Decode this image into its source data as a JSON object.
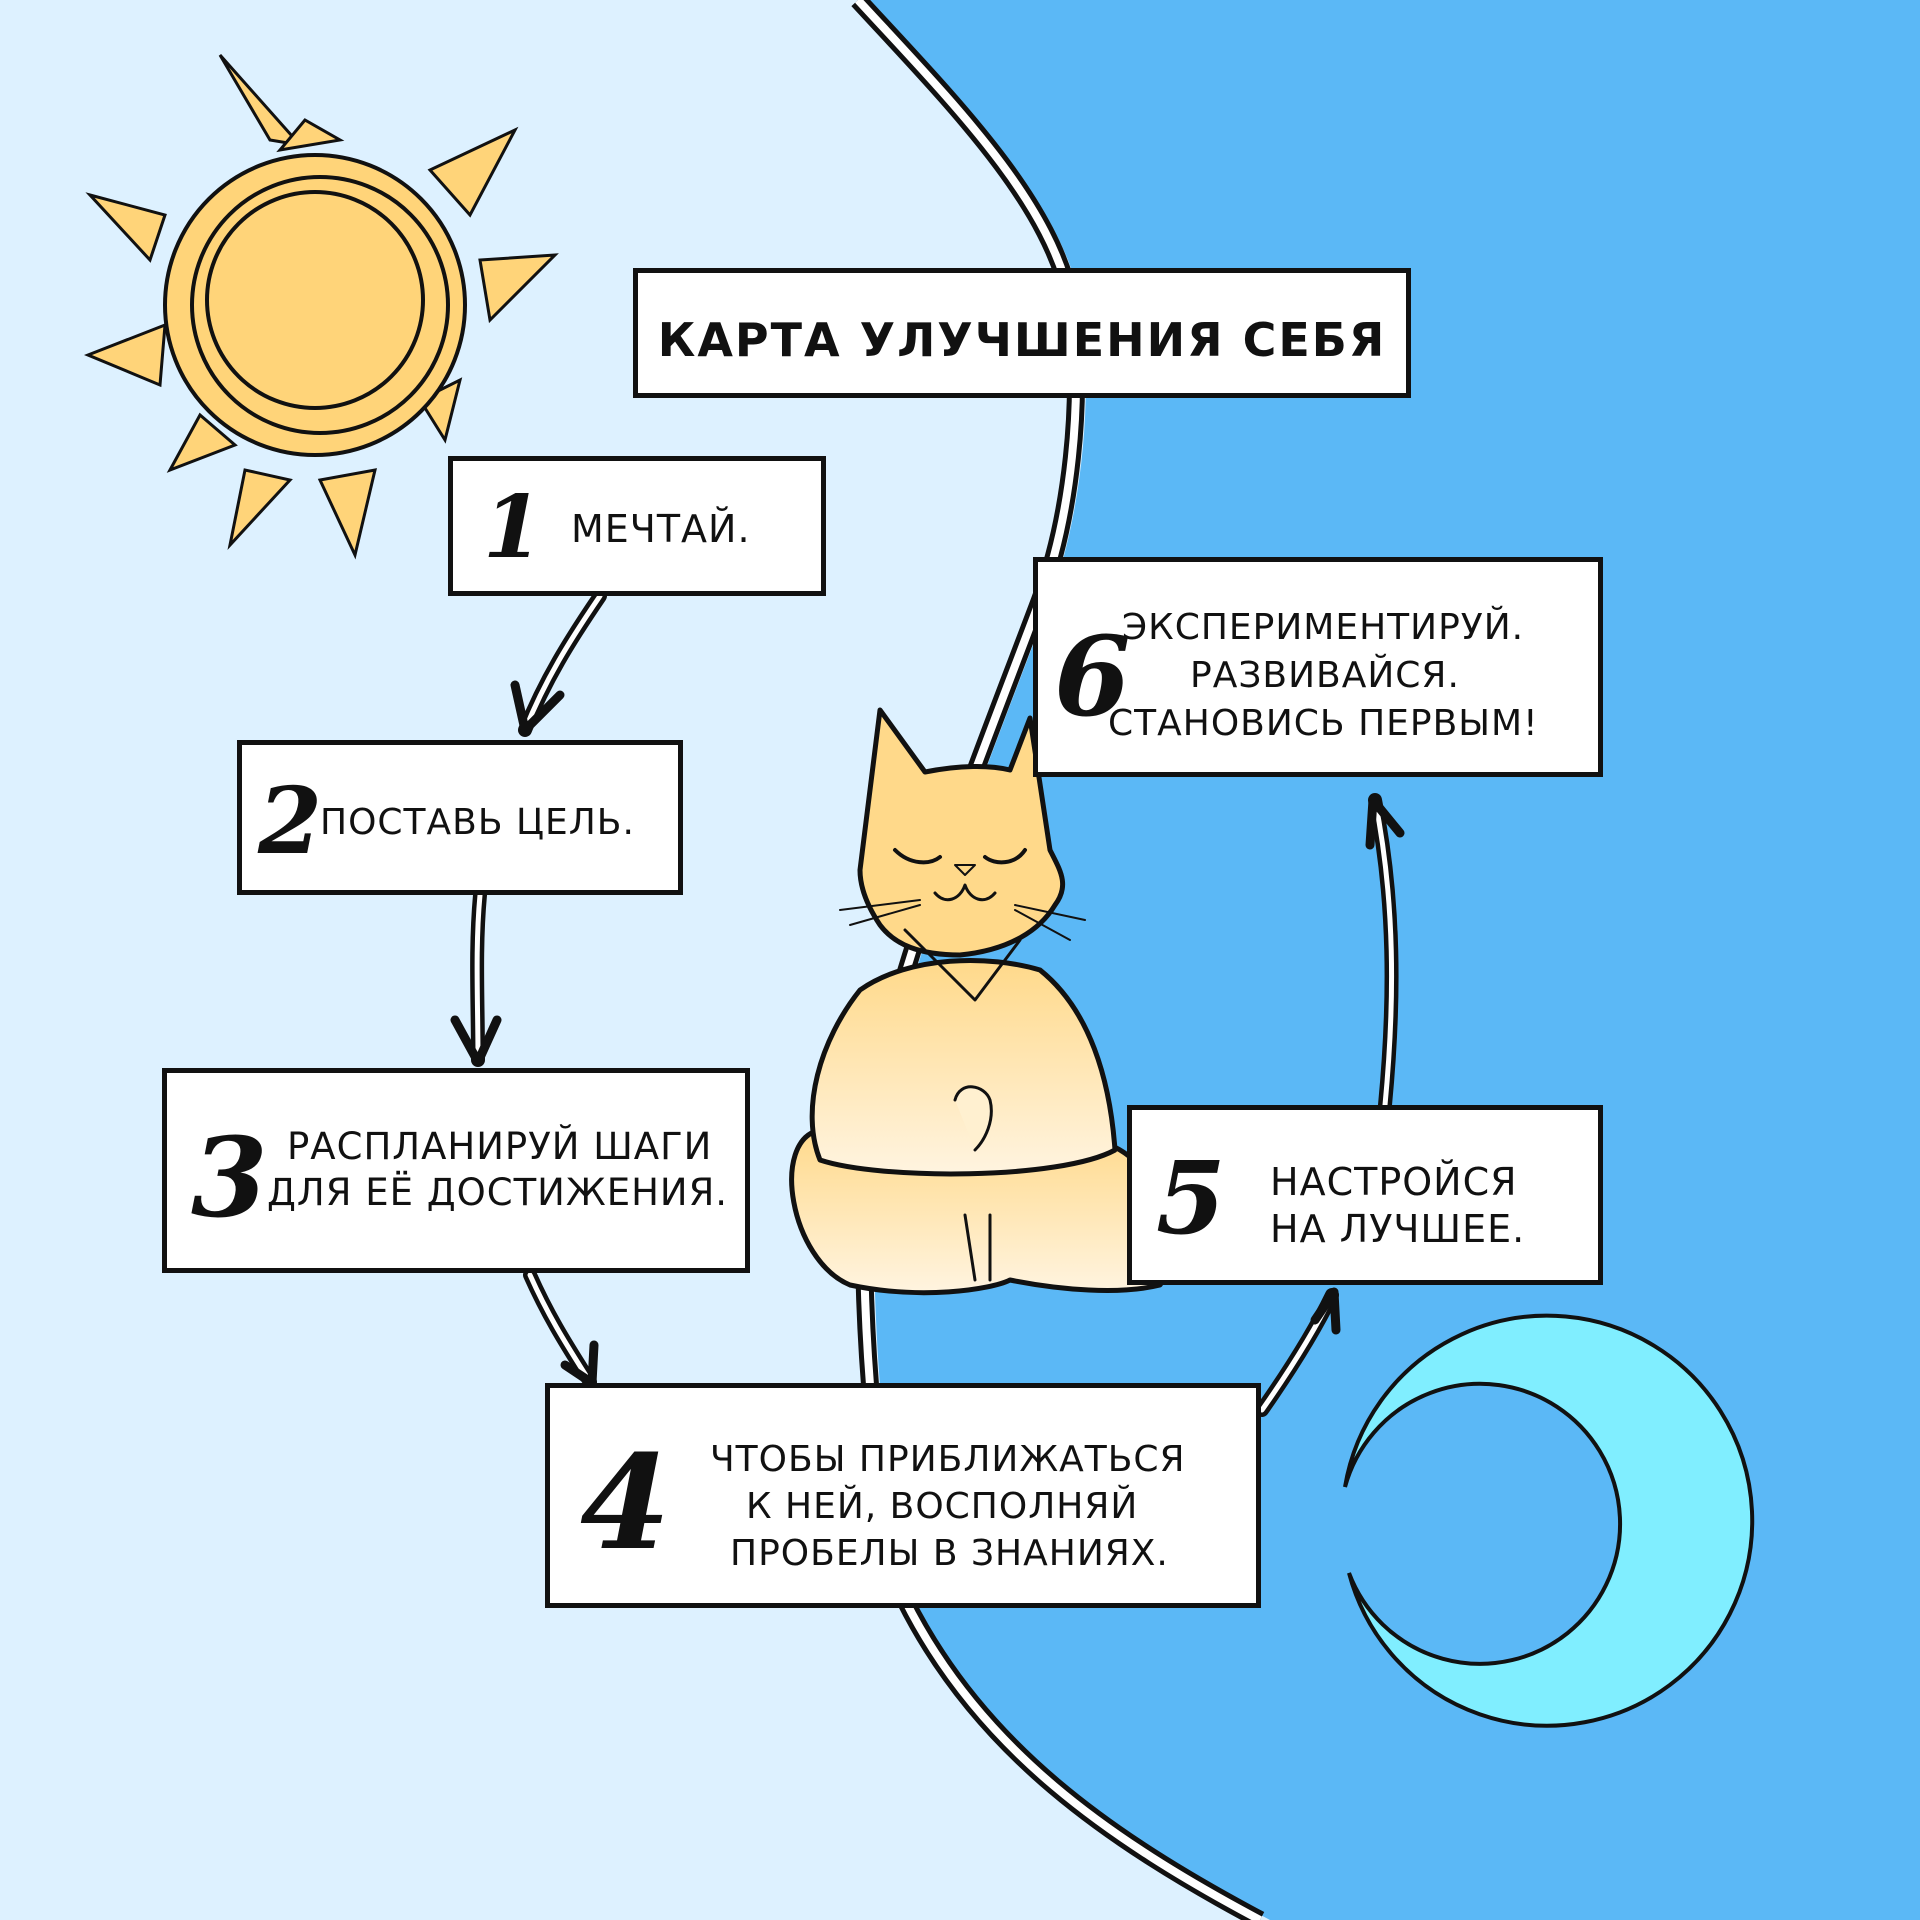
{
  "title": "Карта улучшения себя",
  "colors": {
    "day_background": "#ddf1ff",
    "night_background": "#5bb8f6",
    "sun_fill": "#ffd479",
    "moon_fill": "#80eeff",
    "cat_fill_top": "#ffd98a",
    "cat_fill_bottom": "#fff4e0",
    "box_fill": "#ffffff",
    "outline": "#111111"
  },
  "steps": [
    {
      "number": "1",
      "lines": [
        "мечтай."
      ]
    },
    {
      "number": "2",
      "lines": [
        "поставь цель."
      ]
    },
    {
      "number": "3",
      "lines": [
        "распланируй шаги",
        "для её достижения."
      ]
    },
    {
      "number": "4",
      "lines": [
        "чтобы приближаться",
        "к ней, восполняй",
        "пробелы в знаниях."
      ]
    },
    {
      "number": "5",
      "lines": [
        "настройся",
        "на лучшее."
      ]
    },
    {
      "number": "6",
      "lines": [
        "экспериментируй.",
        "развивайся.",
        "становись первым!"
      ]
    }
  ],
  "illustrations": {
    "sun": "sun-icon",
    "moon": "crescent-moon-icon",
    "cat": "meditating-cat-illustration"
  }
}
